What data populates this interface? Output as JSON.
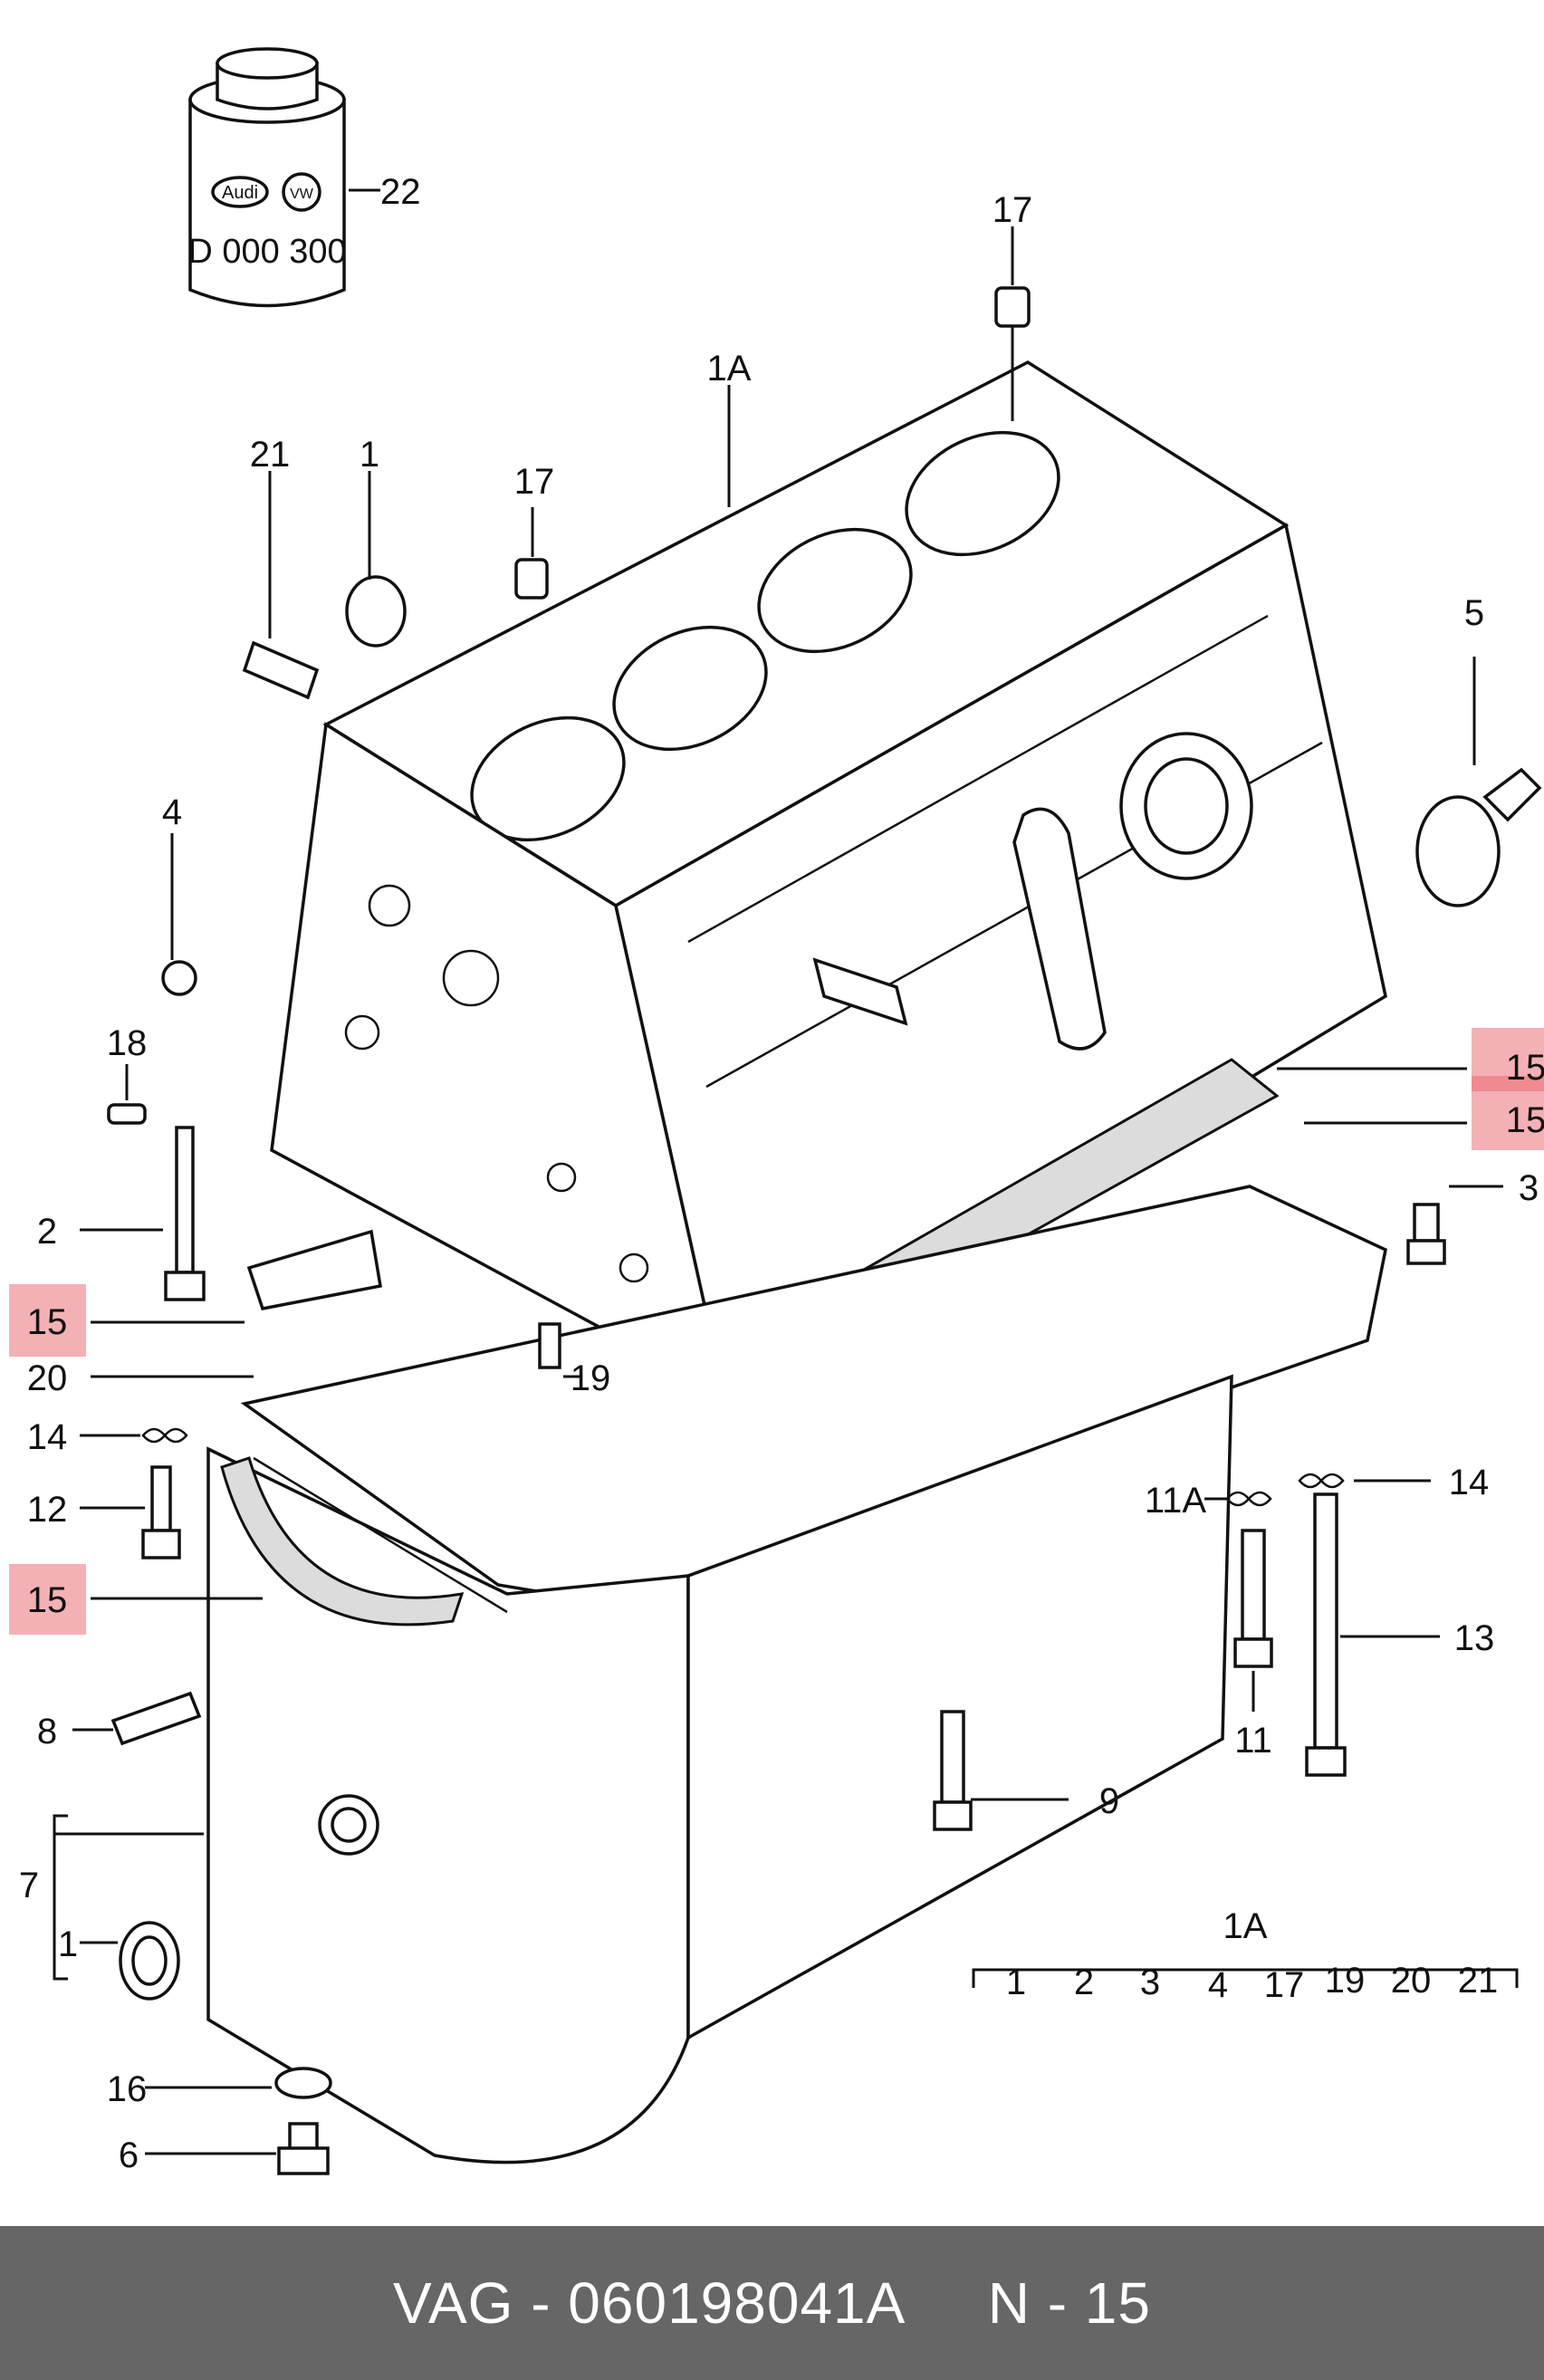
{
  "diagram": {
    "labels": {
      "l22": "22",
      "l17a": "17",
      "l1A": "1A",
      "l21": "21",
      "l1": "1",
      "l17b": "17",
      "l5": "5",
      "l4": "4",
      "l18": "18",
      "l15a": "15",
      "l15b": "15",
      "l2": "2",
      "l3": "3",
      "l15c": "15",
      "l20": "20",
      "l19": "19",
      "l14a": "14",
      "l14b": "14",
      "l12": "12",
      "l11A": "11A",
      "l15d": "15",
      "l13": "13",
      "l8": "8",
      "l11": "11",
      "l9": "9",
      "l7": "7",
      "l1b": "1",
      "l16": "16",
      "l6": "6"
    },
    "can_brand_1": "Audi",
    "can_brand_2": "VW",
    "can_text": "D 000 300",
    "set_legend": {
      "title": "1A",
      "items": [
        "1",
        "2",
        "3",
        "4",
        "17",
        "19",
        "20",
        "21"
      ]
    },
    "highlight_color": "#f4b1b5"
  },
  "footer": {
    "text": "VAG - 060198041A     N - 15"
  }
}
